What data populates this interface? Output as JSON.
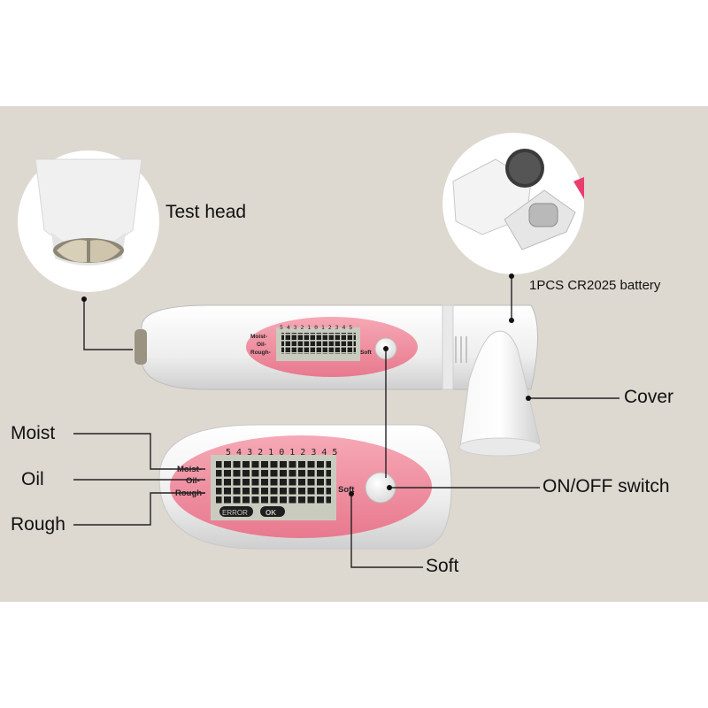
{
  "callouts": {
    "test_head": "Test head",
    "battery": "1PCS CR2025 battery",
    "cover": "Cover",
    "moist": "Moist",
    "oil": "Oil",
    "rough": "Rough",
    "on_off": "ON/OFF switch",
    "soft": "Soft"
  },
  "device_display": {
    "scale": "5 4 3 2 1 0 1 2 3 4 5",
    "row_labels": [
      "Moist-",
      "Oil-",
      "Rough-"
    ],
    "soft_label": "Soft",
    "error_label": "ERROR",
    "ok_label": "OK"
  },
  "colors": {
    "background": "#ddd8d0",
    "device_body": "#f4f4f4",
    "accent_pink": "#ee8fa0",
    "lcd": "#c9cbbf"
  }
}
